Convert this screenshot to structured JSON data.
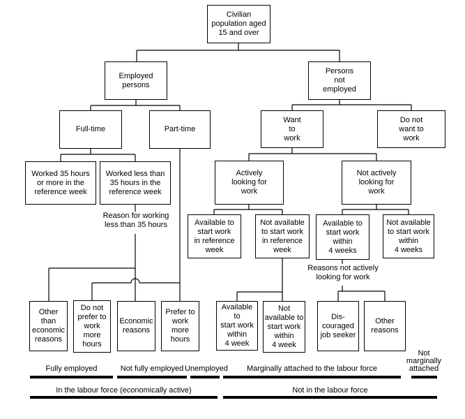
{
  "nodes": {
    "civilian": "Civilian\npopulation aged\n15 and over",
    "employed": "Employed\npersons",
    "persons_not_employed": "Persons\nnot\nemployed",
    "full_time": "Full-time",
    "part_time": "Part-time",
    "want_to_work": "Want\nto\nwork",
    "do_not_want_to_work": "Do not\nwant to\nwork",
    "worked_35_or_more": "Worked 35 hours\nor more in the\nreference week",
    "worked_less_35": "Worked less than\n35 hours in the\nreference week",
    "actively_looking": "Actively\nlooking for\nwork",
    "not_actively_looking": "Not actively\nlooking for\nwork",
    "available_ref_week": "Available to\nstart work\nin reference\nweek",
    "not_available_ref_week": "Not available\nto start work\nin reference\nweek",
    "available_4_weeks": "Available to\nstart work\nwithin\n4 weeks",
    "not_available_4_weeks": "Not available\nto start work\nwithin\n4 weeks",
    "other_than_economic": "Other\nthan\neconomic\nreasons",
    "do_not_prefer_more_hours": "Do not\nprefer to\nwork\nmore\nhours",
    "economic_reasons": "Economic\nreasons",
    "prefer_more_hours": "Prefer to\nwork\nmore\nhours",
    "available_4_week": "Available to\nstart work\nwithin\n4 week",
    "not_available_4_week": "Not\navailable to\nstart work\nwithin\n4 week",
    "discouraged": "Dis-\ncouraged\njob seeker",
    "other_reasons": "Other\nreasons"
  },
  "labels": {
    "reason_working_less": "Reason for working\nless than 35 hours",
    "reasons_not_actively": "Reasons not actively\nlooking for work",
    "not_marginally_attached": "Not\nmarginally\nattached"
  },
  "footer": {
    "fully_employed": "Fully employed",
    "not_fully_employed": "Not fully employed",
    "unemployed": "Unemployed",
    "marginally_attached": "Marginally attached to the labour force",
    "in_labour_force": "In the labour force (economically active)",
    "not_in_labour_force": "Not in the labour force"
  },
  "colors": {
    "line": "#000000",
    "background": "#ffffff",
    "text": "#000000"
  }
}
